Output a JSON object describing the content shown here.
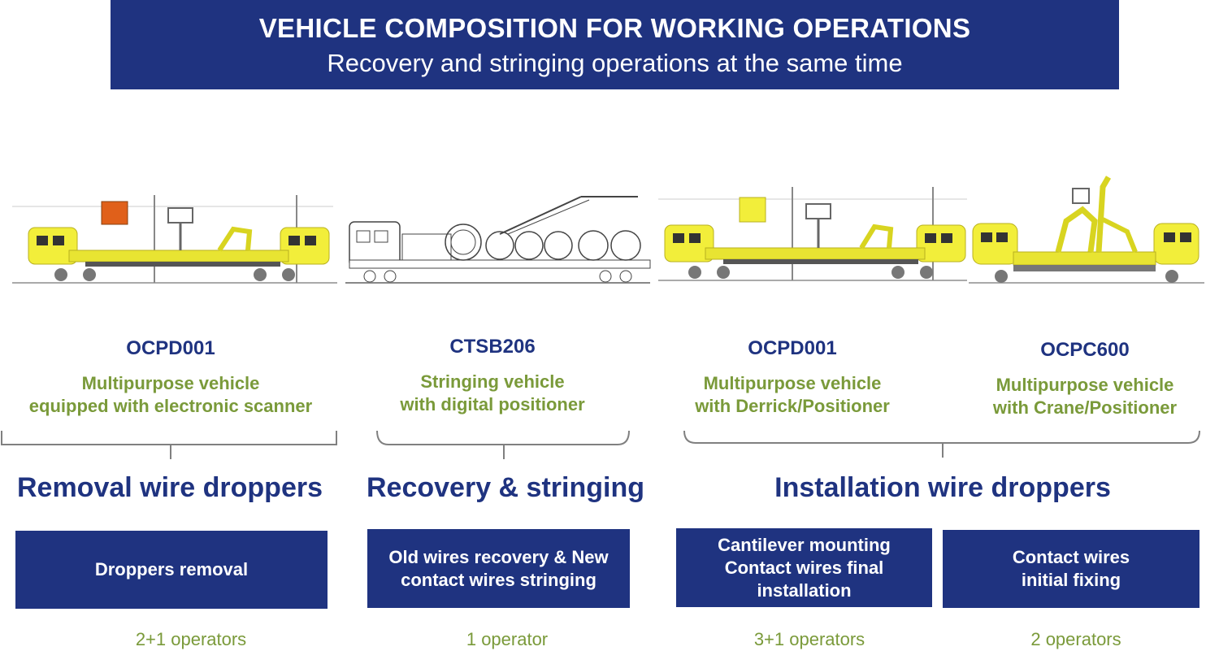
{
  "header": {
    "title": "VEHICLE COMPOSITION FOR WORKING OPERATIONS",
    "subtitle": "Recovery and stringing operations at the same time"
  },
  "vehicles": [
    {
      "code": "OCPD001",
      "desc_line1": "Multipurpose vehicle",
      "desc_line2": "equipped with electronic scanner"
    },
    {
      "code": "CTSB206",
      "desc_line1": "Stringing vehicle",
      "desc_line2": "with digital positioner"
    },
    {
      "code": "OCPD001",
      "desc_line1": "Multipurpose vehicle",
      "desc_line2": "with Derrick/Positioner"
    },
    {
      "code": "OCPC600",
      "desc_line1": "Multipurpose vehicle",
      "desc_line2": "with Crane/Positioner"
    }
  ],
  "sections": [
    {
      "title": "Removal wire droppers"
    },
    {
      "title": "Recovery & stringing"
    },
    {
      "title": "Installation wire droppers"
    }
  ],
  "operations": [
    {
      "line1": "Droppers removal",
      "line2": "",
      "line3": "",
      "operators": "2+1 operators"
    },
    {
      "line1": "Old wires recovery & New",
      "line2": "contact wires stringing",
      "line3": "",
      "operators": "1 operator"
    },
    {
      "line1": "Cantilever mounting",
      "line2": "Contact wires final",
      "line3": "installation",
      "operators": "3+1 operators"
    },
    {
      "line1": "Contact wires",
      "line2": "initial fixing",
      "line3": "",
      "operators": "2 operators"
    }
  ],
  "colors": {
    "navy": "#1f3380",
    "green": "#7a9a3a",
    "vehicle_yellow": "#f2ee3a",
    "bracket_gray": "#808080"
  }
}
